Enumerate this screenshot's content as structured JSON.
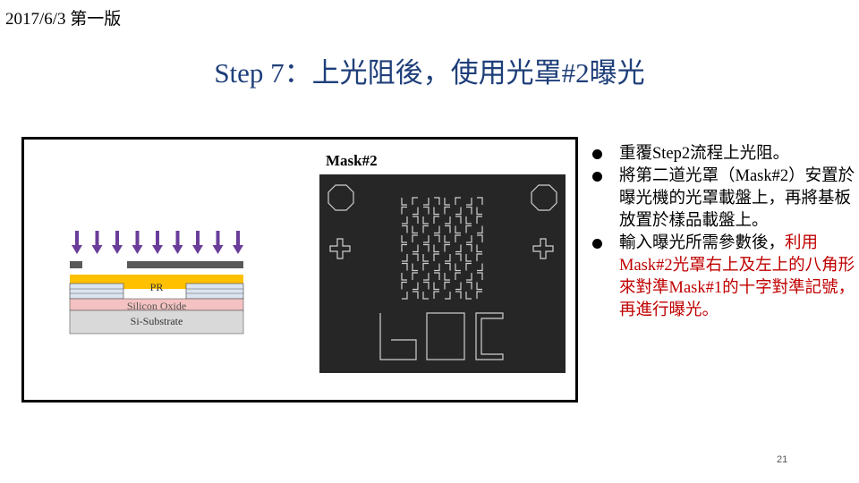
{
  "header": {
    "text": "2017/6/3 第一版"
  },
  "title": {
    "text": "Step 7：上光阻後，使用光罩#2曝光"
  },
  "diagram": {
    "mask_label": "Mask#2",
    "layers": {
      "pr": "PR",
      "oxide": "Silicon Oxide",
      "substrate": "Si-Substrate"
    },
    "colors": {
      "arrow": "#6a3d9a",
      "pr": "#ffc000",
      "oxide": "#f4c2c2",
      "substrate": "#d9d9d9",
      "mask_bg": "#262626",
      "mask_line": "#d0d0d0"
    }
  },
  "bullets": [
    {
      "parts": [
        {
          "text": "重覆Step2流程上光阻。",
          "red": false
        }
      ]
    },
    {
      "parts": [
        {
          "text": "將第二道光罩（Mask#2）安置於曝光機的光罩載盤上，再將基板放置於樣品載盤上。",
          "red": false
        }
      ]
    },
    {
      "parts": [
        {
          "text": "輸入曝光所需參數後，",
          "red": false
        },
        {
          "text": "利用Mask#2光罩右上及左上的八角形來對準Mask#1的十字對準記號，再進行曝光。",
          "red": true
        }
      ]
    }
  ],
  "page_number": "21"
}
